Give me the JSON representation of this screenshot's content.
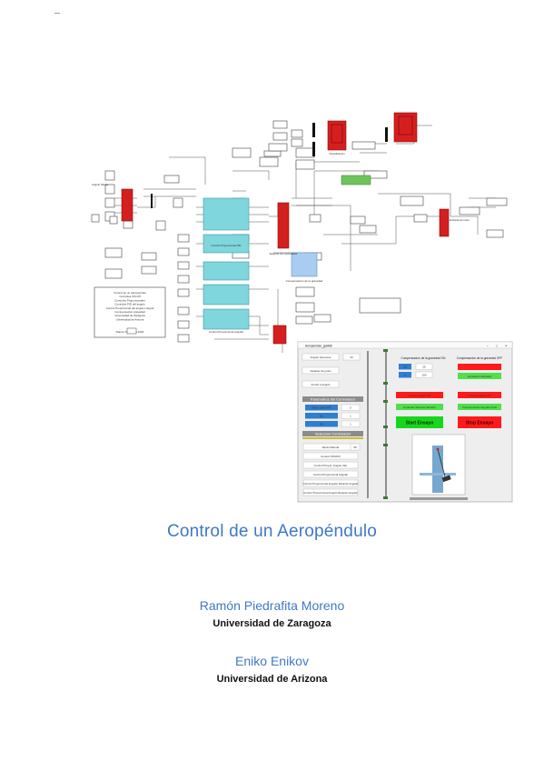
{
  "document": {
    "title": "Control de un Aeropéndulo",
    "authors": [
      {
        "name": "Ramón Piedrafita Moreno",
        "affiliation": "Universidad de Zaragoza"
      },
      {
        "name": "Eniko Enikov",
        "affiliation": "Universidad de Arizona"
      }
    ]
  },
  "gui": {
    "window_title": "Aeropendulo_guiAdb",
    "left_buttons": [
      "Angulo Sensores",
      "Variador de pulso",
      "Fondo a angulo"
    ],
    "left_button_value": "34",
    "params_header": "Parametros del Controlador",
    "params": [
      {
        "label": "Offset (ON/OFF)",
        "value": "0"
      },
      {
        "label": "Kp",
        "value": "1"
      },
      {
        "label": "Kd",
        "value": "1"
      }
    ],
    "selection_header": "Seleccion Controlador",
    "selection_items": [
      "Modo Manual",
      "Control ON/OFF",
      "Control Propor. Angulo Vari",
      "Control Proporcional Angular",
      "Control Proporcional Angular Retardo Angular",
      "Control Proporcional Angulo Retardo Angular"
    ],
    "selection_value": "90",
    "comp_left_title": "Compensacion de la gravedad ON",
    "comp_right_title": "Compensacion de la gravedad OFF",
    "comp_fields": [
      {
        "label": "CE",
        "value": "25"
      },
      {
        "label": "N",
        "value": "190"
      }
    ],
    "red_buttons": [
      "Control Angulo Off",
      "Control Angulo Off"
    ],
    "green_buttons": [
      "Controlar Sistema Variador",
      "Compensacion Angular Todo",
      "Excitacion Alineada"
    ],
    "start_label": "Start Ensayo",
    "stop_label": "Stop Ensayo"
  },
  "diagram": {
    "note_lines": [
      "Control de un Aeropendulo",
      "Controles ON-Off",
      "Controles Proporcionales",
      "Controles PID del angulo",
      "Control Proporcional del angulo integral",
      "Compensacion gravedad",
      "Universidad de Zaragoza",
      "Universidad de Arizona"
    ],
    "note_footer": "Ramon Piedrafita 2020",
    "block_labels": [
      "Angulo Medio",
      "Control Proporcional PID",
      "Control Proporcional angular",
      "Compensacion de la gravedad",
      "Selector de controlador",
      "Visualizacion",
      "Entrada al motor"
    ]
  }
}
